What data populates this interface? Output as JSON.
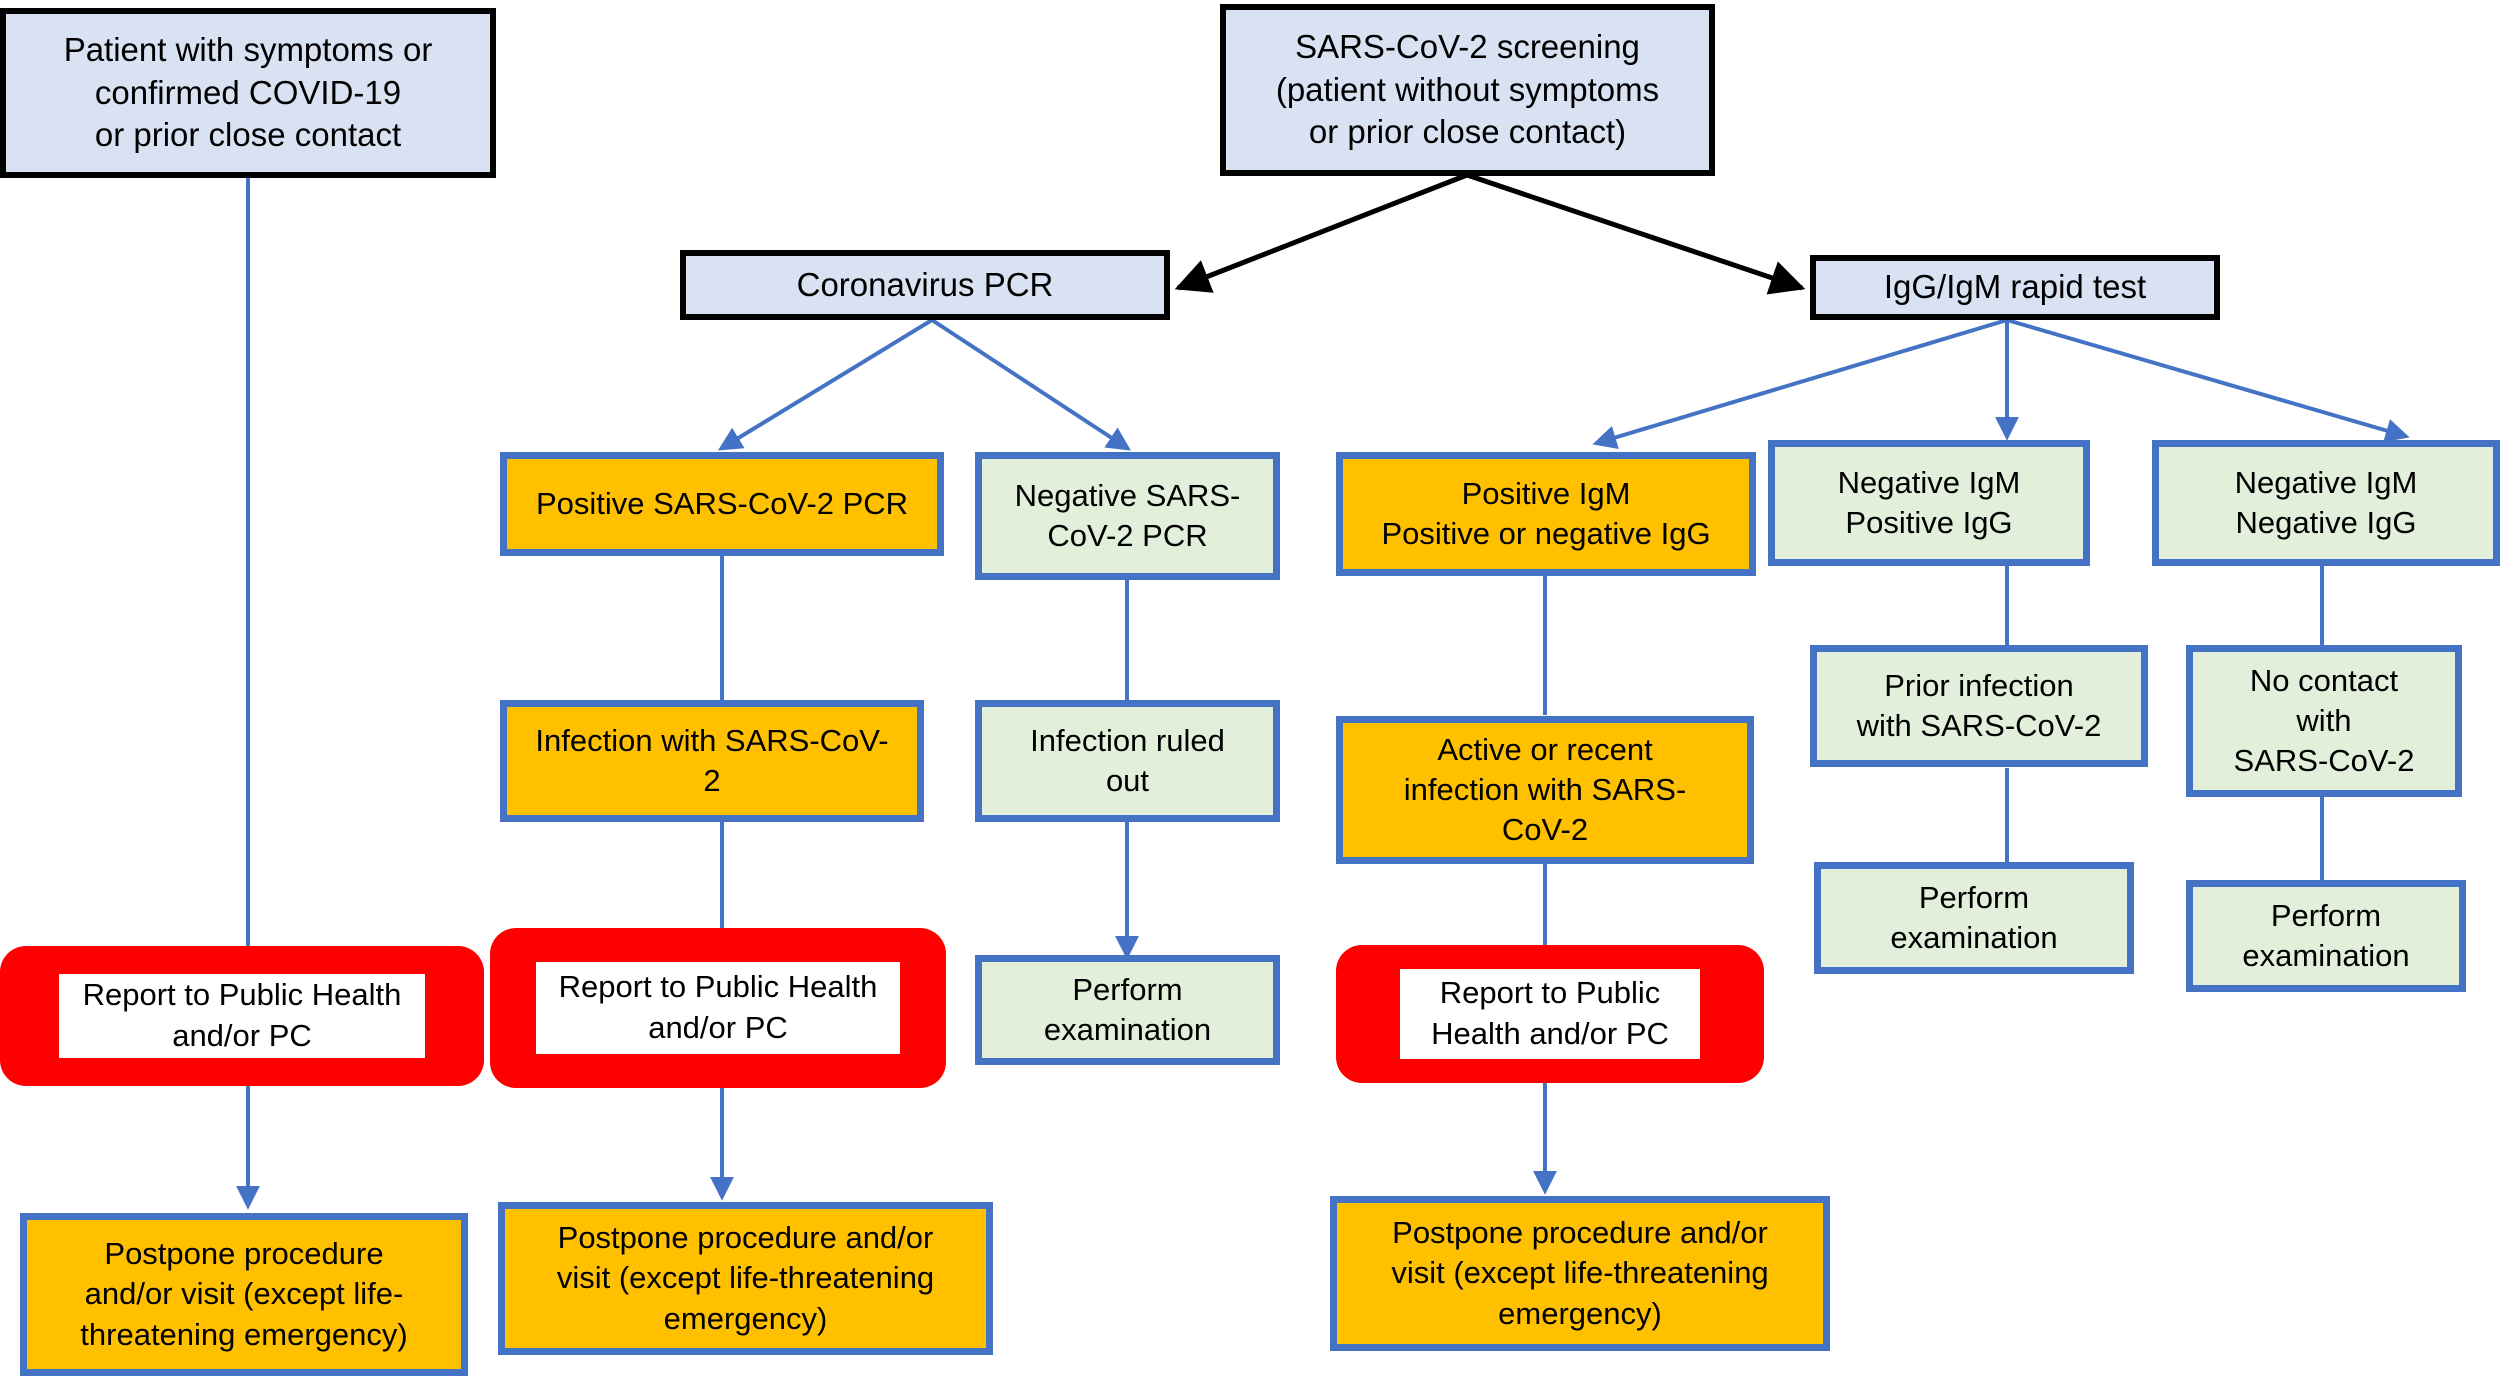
{
  "diagram": {
    "title": "SARS-CoV-2 screening and testing algorithm",
    "colors": {
      "head_fill": "#d9e2f3",
      "head_border": "#000000",
      "orange_fill": "#ffc000",
      "green_fill": "#e2efda",
      "box_border": "#4472c4",
      "alert_fill": "#fe0000",
      "alert_inner": "#ffffff",
      "connector": "#4472c4",
      "connector_black": "#000000"
    },
    "nodes": {
      "patient_symptoms": "Patient with symptoms or\nconfirmed COVID-19\nor prior close contact",
      "screening": "SARS-CoV-2 screening\n(patient without symptoms\nor prior close contact)",
      "coronavirus_pcr": "Coronavirus PCR",
      "iggigm_rapid_test": "IgG/IgM rapid test",
      "positive_pcr": "Positive SARS-CoV-2 PCR",
      "negative_pcr": "Negative SARS-\nCoV-2 PCR",
      "positive_igm": "Positive IgM\nPositive or negative IgG",
      "negative_igm_positive_igg": "Negative IgM\nPositive IgG",
      "negative_igm_negative_igg": "Negative IgM\nNegative IgG",
      "infection_with_sars": "Infection with SARS-CoV-\n2",
      "infection_ruled_out": "Infection ruled\nout",
      "active_recent_infection": "Active or recent\ninfection with SARS-\nCoV-2",
      "prior_infection": "Prior infection\nwith SARS-CoV-2",
      "no_contact": "No contact\nwith\nSARS-CoV-2",
      "report_left": "Report to Public Health\nand/or PC",
      "report_mid": "Report to Public Health\nand/or PC",
      "report_igm": "Report to Public\nHealth and/or PC",
      "perform_exam_pcr": "Perform\nexamination",
      "perform_exam_igg": "Perform\nexamination",
      "perform_exam_neg": "Perform\nexamination",
      "postpone_left": "Postpone procedure\nand/or visit (except life-\nthreatening emergency)",
      "postpone_mid": "Postpone procedure and/or\nvisit (except life-threatening\nemergency)",
      "postpone_igm": "Postpone procedure and/or\nvisit (except life-threatening\nemergency)"
    }
  }
}
